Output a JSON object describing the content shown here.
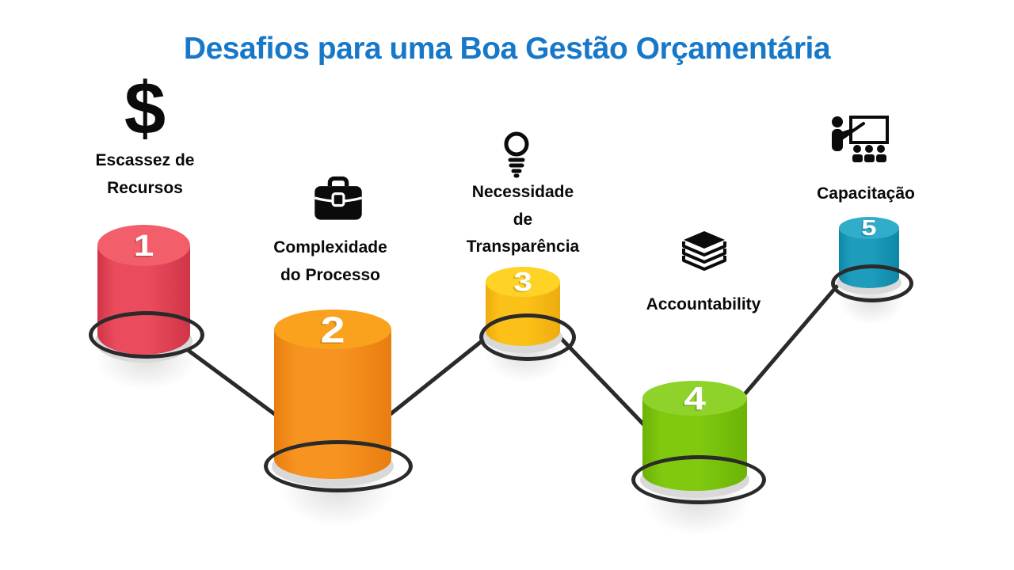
{
  "title": "Desafios para uma Boa Gestão Orçamentária",
  "theme": {
    "title_color": "#1878C8",
    "connector_color": "#2B2A2A",
    "label_color": "#0A0A0A",
    "number_color": "#FFFFFF",
    "icon_color": "#0B0B0B",
    "background": "#FFFFFF"
  },
  "steps": [
    {
      "number": "1",
      "label": "Escassez de Recursos",
      "icon": "dollar-icon",
      "icon_glyph": "$",
      "colors": {
        "top": "#F25F6A",
        "body_light": "#EA4B5D",
        "body_dark": "#CF3547"
      }
    },
    {
      "number": "2",
      "label": "Complexidade do Processo",
      "icon": "briefcase-icon",
      "colors": {
        "top": "#FAA21E",
        "body_light": "#F79320",
        "body_dark": "#E87E10"
      }
    },
    {
      "number": "3",
      "label": "Necessidade de Transparência",
      "icon": "lightbulb-icon",
      "colors": {
        "top": "#FFD226",
        "body_light": "#FCC118",
        "body_dark": "#EDAC0E"
      }
    },
    {
      "number": "4",
      "label": "Accountability",
      "icon": "books-icon",
      "colors": {
        "top": "#8FD32A",
        "body_light": "#80C90F",
        "body_dark": "#6CB306"
      }
    },
    {
      "number": "5",
      "label": "Capacitação",
      "icon": "training-icon",
      "colors": {
        "top": "#2FADC9",
        "body_light": "#1D9CBC",
        "body_dark": "#0E87A7"
      }
    }
  ]
}
